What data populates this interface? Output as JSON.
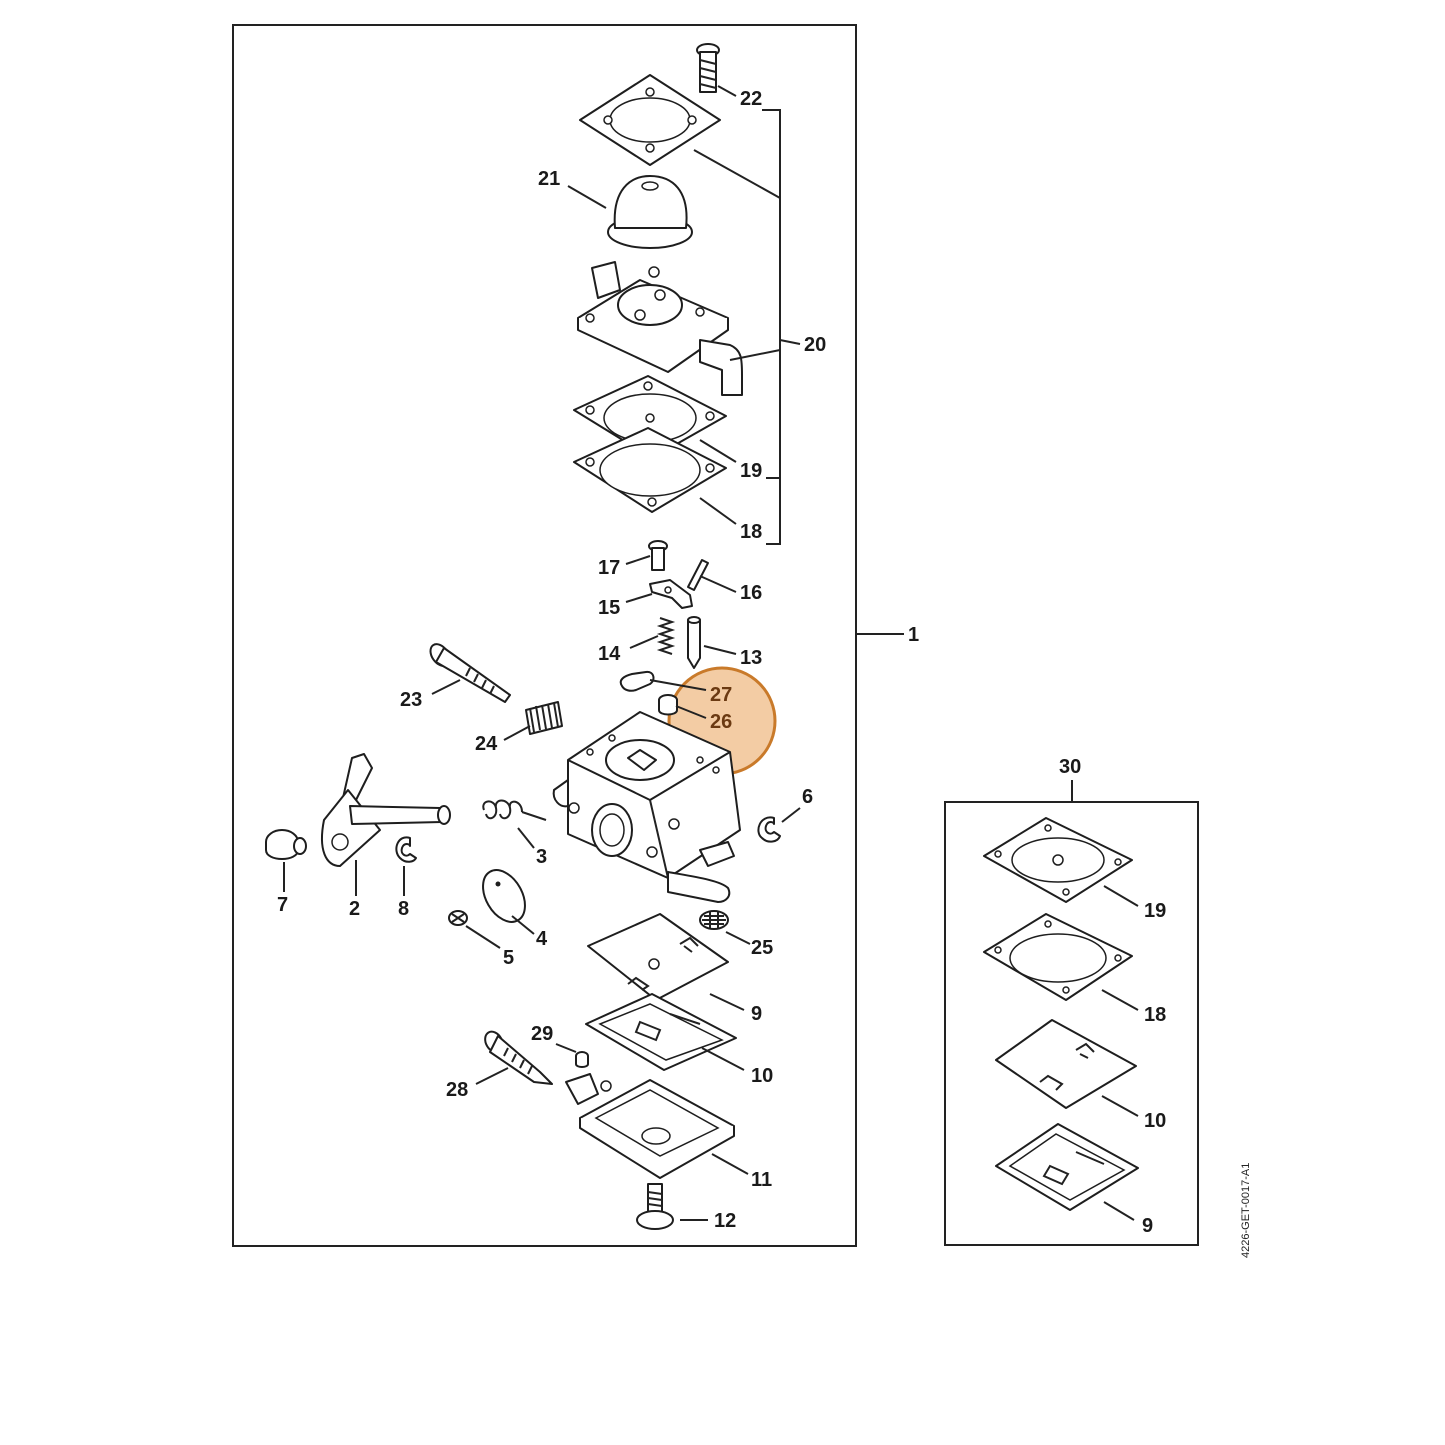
{
  "diagram": {
    "reference_code": "4226-GET-0017-A1",
    "highlight_color": "#e9a35a",
    "main_assembly": {
      "label": "1"
    },
    "kit_box": {
      "label": "30"
    },
    "labels": {
      "p1": "1",
      "p2": "2",
      "p3": "3",
      "p4": "4",
      "p5": "5",
      "p6": "6",
      "p7": "7",
      "p8": "8",
      "p9": "9",
      "p10": "10",
      "p11": "11",
      "p12": "12",
      "p13": "13",
      "p14": "14",
      "p15": "15",
      "p16": "16",
      "p17": "17",
      "p18": "18",
      "p19": "19",
      "p20": "20",
      "p21": "21",
      "p22": "22",
      "p23": "23",
      "p24": "24",
      "p25": "25",
      "p26": "26",
      "p27": "27",
      "p28": "28",
      "p29": "29",
      "p30": "30"
    },
    "kit_labels": {
      "k19": "19",
      "k18": "18",
      "k10": "10",
      "k9": "9"
    }
  }
}
